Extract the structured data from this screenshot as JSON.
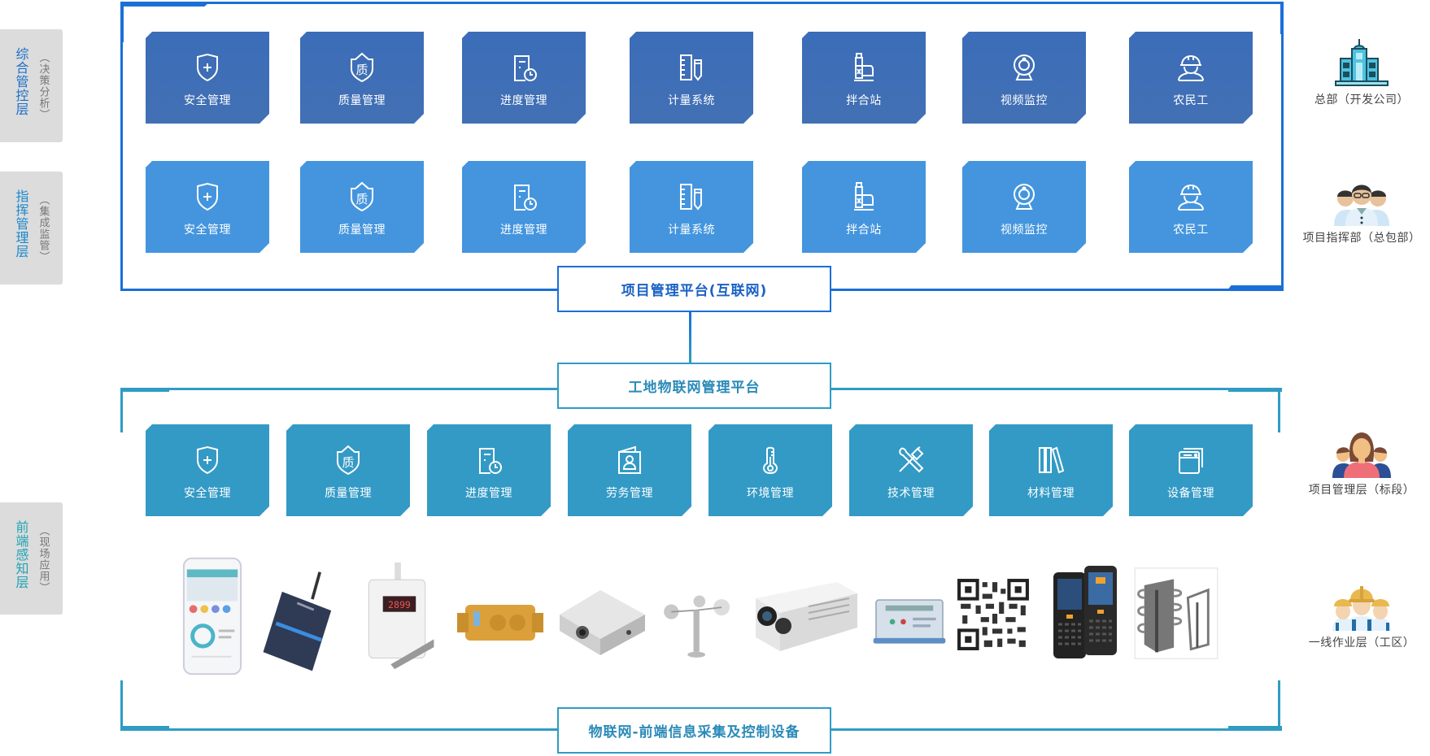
{
  "layers": [
    {
      "main": "综合管控层",
      "sub": "（决策分析）"
    },
    {
      "main": "指挥管理层",
      "sub": "（集成监管）"
    },
    {
      "main": "前端感知层",
      "sub": "（现场应用）"
    }
  ],
  "rows": {
    "hq": [
      {
        "label": "安全管理",
        "icon": "shield-plus-icon"
      },
      {
        "label": "质量管理",
        "icon": "quality-shield-icon"
      },
      {
        "label": "进度管理",
        "icon": "schedule-doc-icon"
      },
      {
        "label": "计量系统",
        "icon": "ruler-pencil-icon"
      },
      {
        "label": "拌合站",
        "icon": "mixing-plant-icon"
      },
      {
        "label": "视频监控",
        "icon": "webcam-icon"
      },
      {
        "label": "农民工",
        "icon": "worker-helmet-icon"
      }
    ],
    "command": [
      {
        "label": "安全管理",
        "icon": "shield-plus-icon"
      },
      {
        "label": "质量管理",
        "icon": "quality-shield-icon"
      },
      {
        "label": "进度管理",
        "icon": "schedule-doc-icon"
      },
      {
        "label": "计量系统",
        "icon": "ruler-pencil-icon"
      },
      {
        "label": "拌合站",
        "icon": "mixing-plant-icon"
      },
      {
        "label": "视频监控",
        "icon": "webcam-icon"
      },
      {
        "label": "农民工",
        "icon": "worker-helmet-icon"
      }
    ],
    "site": [
      {
        "label": "安全管理",
        "icon": "shield-plus-icon"
      },
      {
        "label": "质量管理",
        "icon": "quality-shield-icon"
      },
      {
        "label": "进度管理",
        "icon": "schedule-doc-icon"
      },
      {
        "label": "劳务管理",
        "icon": "id-card-icon"
      },
      {
        "label": "环境管理",
        "icon": "thermometer-icon"
      },
      {
        "label": "技术管理",
        "icon": "tools-icon"
      },
      {
        "label": "材料管理",
        "icon": "books-icon"
      },
      {
        "label": "设备管理",
        "icon": "window-stack-icon"
      }
    ]
  },
  "platforms": {
    "internet": "项目管理平台(互联网)",
    "iot": "工地物联网管理平台",
    "devices": "物联网-前端信息采集及控制设备"
  },
  "quality_char": "质",
  "devices": [
    "mobile-app",
    "card-reader",
    "display-sensor",
    "yellow-sensor",
    "tilt-sensor",
    "anemometer",
    "security-camera",
    "control-panel",
    "qr-code",
    "handheld-terminal",
    "turnstile-gate"
  ],
  "roles": [
    {
      "name": "总部（开发公司）",
      "icon": "headquarters-building-icon"
    },
    {
      "name": "项目指挥部（总包部）",
      "icon": "command-team-icon"
    },
    {
      "name": "项目管理层（标段）",
      "icon": "management-team-icon"
    },
    {
      "name": "一线作业层（工区）",
      "icon": "construction-workers-icon"
    }
  ],
  "colors": {
    "hq_tile": "#3f6fb7",
    "command_tile": "#4495de",
    "site_tile": "#339ac5",
    "top_frame": "#1a6fd6",
    "bottom_frame": "#2f9cc4"
  }
}
